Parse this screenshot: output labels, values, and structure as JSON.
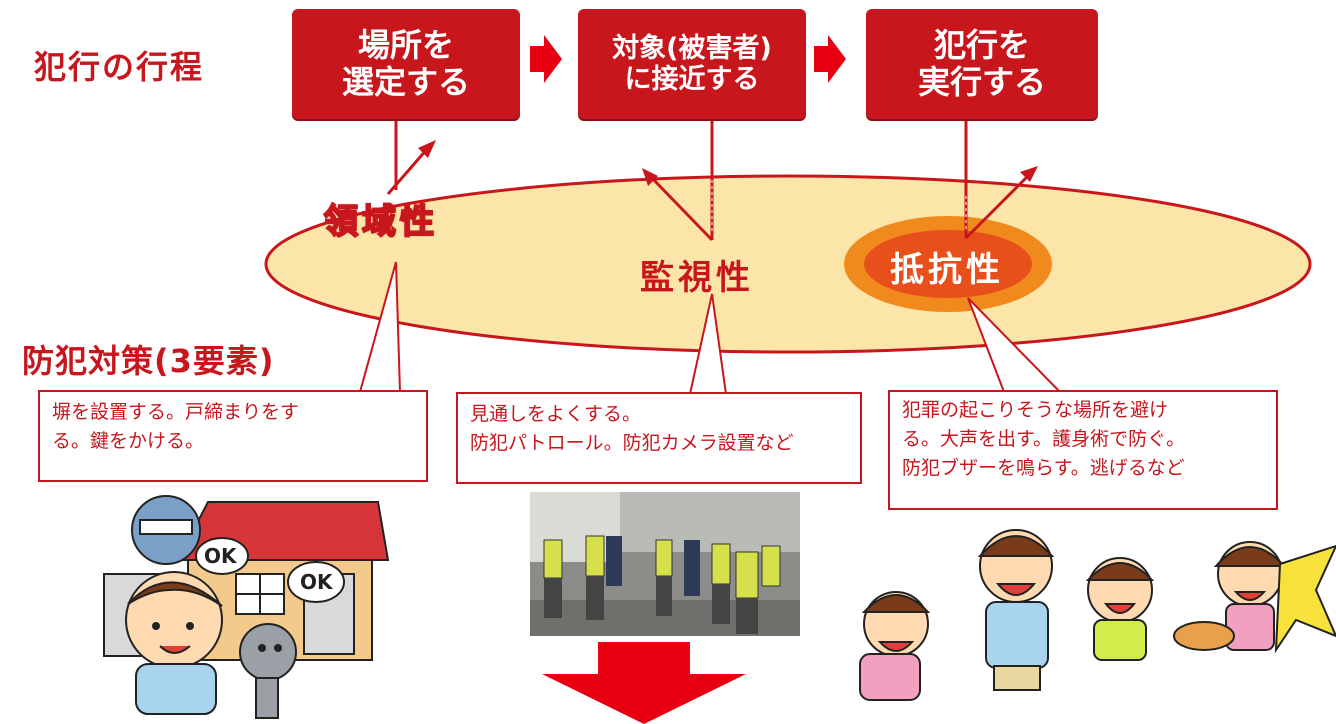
{
  "header": {
    "process_title": "犯行の行程",
    "measures_title": "防犯対策(3要素)"
  },
  "stages": [
    {
      "line1": "場所を",
      "line2": "選定する"
    },
    {
      "line1": "対象(被害者)",
      "line2": "に接近する"
    },
    {
      "line1": "犯行を",
      "line2": "実行する"
    }
  ],
  "elements": {
    "territoriality": "領域性",
    "surveillance": "監視性",
    "resistance": "抵抗性"
  },
  "callouts": {
    "territoriality": {
      "line1": "塀を設置する。戸締まりをす",
      "line2": "る。鍵をかける。"
    },
    "surveillance": {
      "line1": "見通しをよくする。",
      "line2": "防犯パトロール。防犯カメラ設置など"
    },
    "resistance": {
      "line1": "犯罪の起こりそうな場所を避け",
      "line2": "る。大声を出す。護身術で防ぐ。",
      "line3": "防犯ブザーを鳴らす。逃げるなど"
    }
  },
  "illustrations": {
    "house_bubble_1": "OK",
    "house_bubble_2": "OK"
  },
  "colors": {
    "accent_red": "#c8161d",
    "ellipse_fill": "#fbe5a8",
    "resistance_orange": "#f08a1c",
    "resistance_inner": "#e8501b"
  }
}
